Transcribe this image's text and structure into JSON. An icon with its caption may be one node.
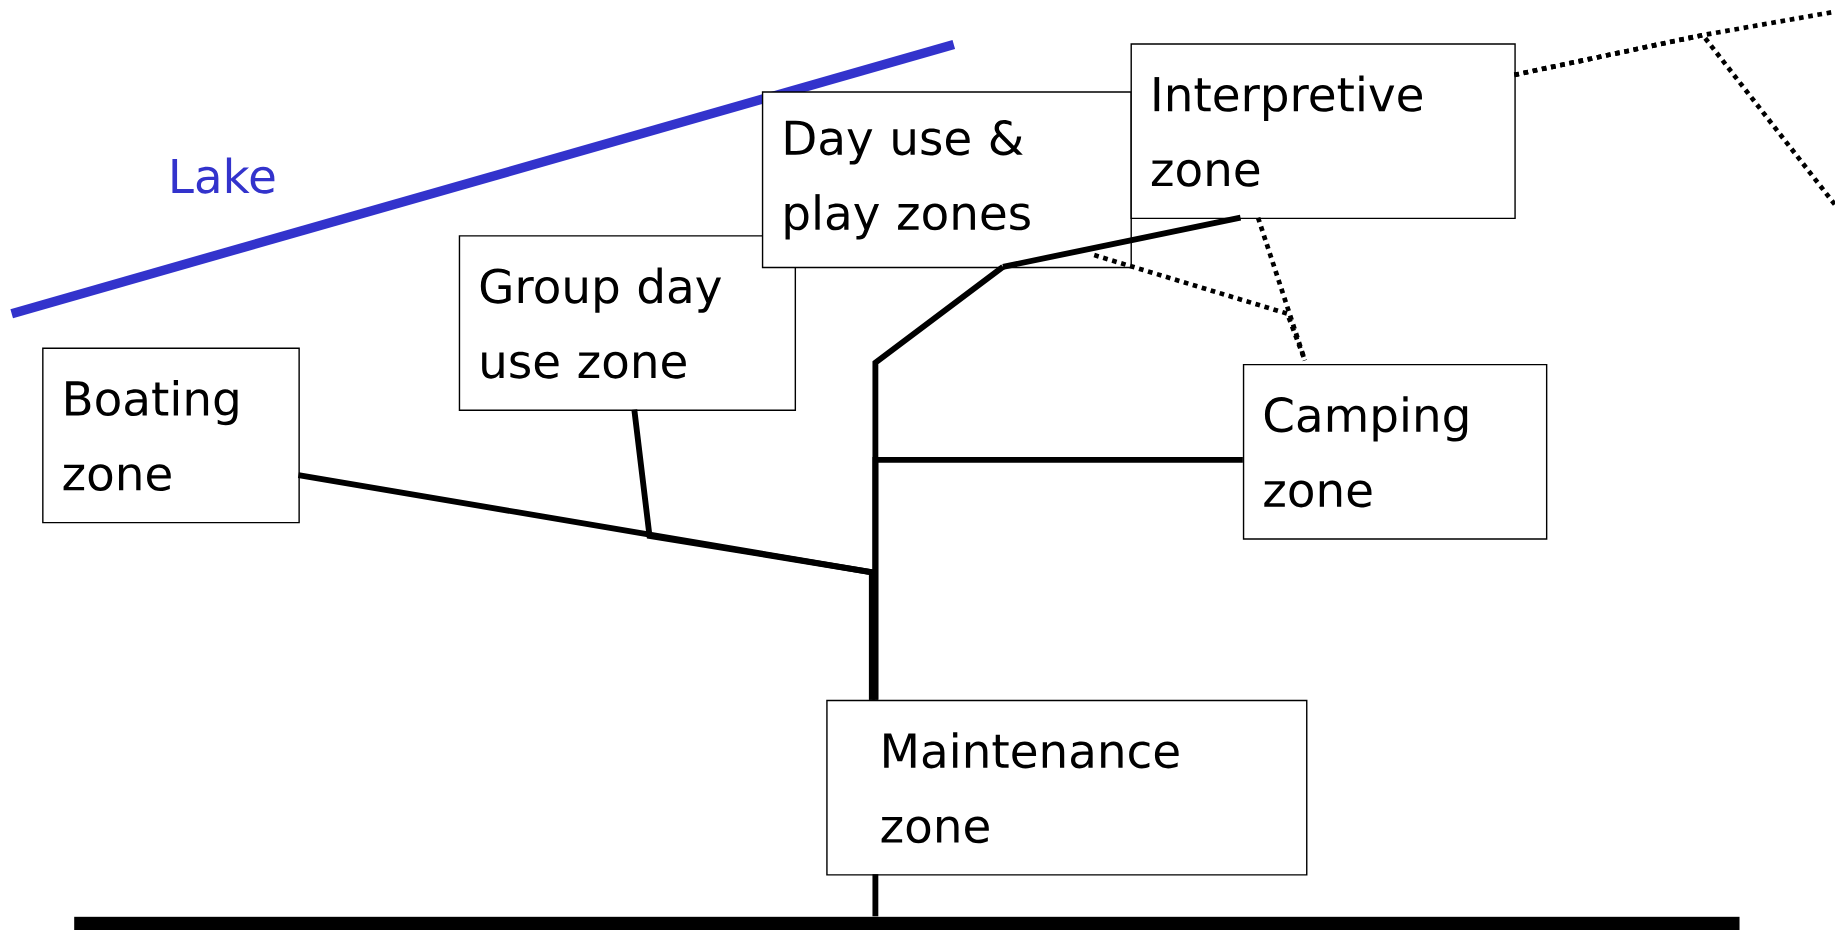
{
  "diagram": {
    "nodes": [
      {
        "text": [
          "Boating zone"
        ]
      },
      {
        "text": [
          "Group day use zone"
        ]
      },
      {
        "text": [
          "Day use & play zones"
        ]
      },
      {
        "text": [
          "Interpretive zone"
        ]
      },
      {
        "text": [
          "Camping zone"
        ]
      },
      {
        "text": [
          "Maintenance zone"
        ]
      },
      {
        "text": [],
        "shape": "bar"
      }
    ],
    "edges": [
      {
        "from": 0,
        "to": 5,
        "arrow": "none"
      },
      {
        "from": 1,
        "to": 5,
        "arrow": "none"
      },
      {
        "from": 4,
        "to": 5,
        "arrow": "none"
      },
      {
        "from": 2,
        "to": 5,
        "arrow": "none"
      },
      {
        "from": 2,
        "to": 3,
        "arrow": "none"
      },
      {
        "from": 5,
        "to": 6,
        "arrow": "none"
      },
      {
        "from": 2,
        "to": 4,
        "arrow": "none",
        "style": "dashed"
      },
      {
        "from": 3,
        "to": 4,
        "arrow": "none",
        "style": "dashed"
      },
      {
        "from": 3,
        "to": null,
        "arrow": "none",
        "style": "dashed"
      },
      {
        "from": 3,
        "to": null,
        "arrow": "none",
        "style": "dashed"
      }
    ],
    "labels": [
      "Lake"
    ]
  }
}
